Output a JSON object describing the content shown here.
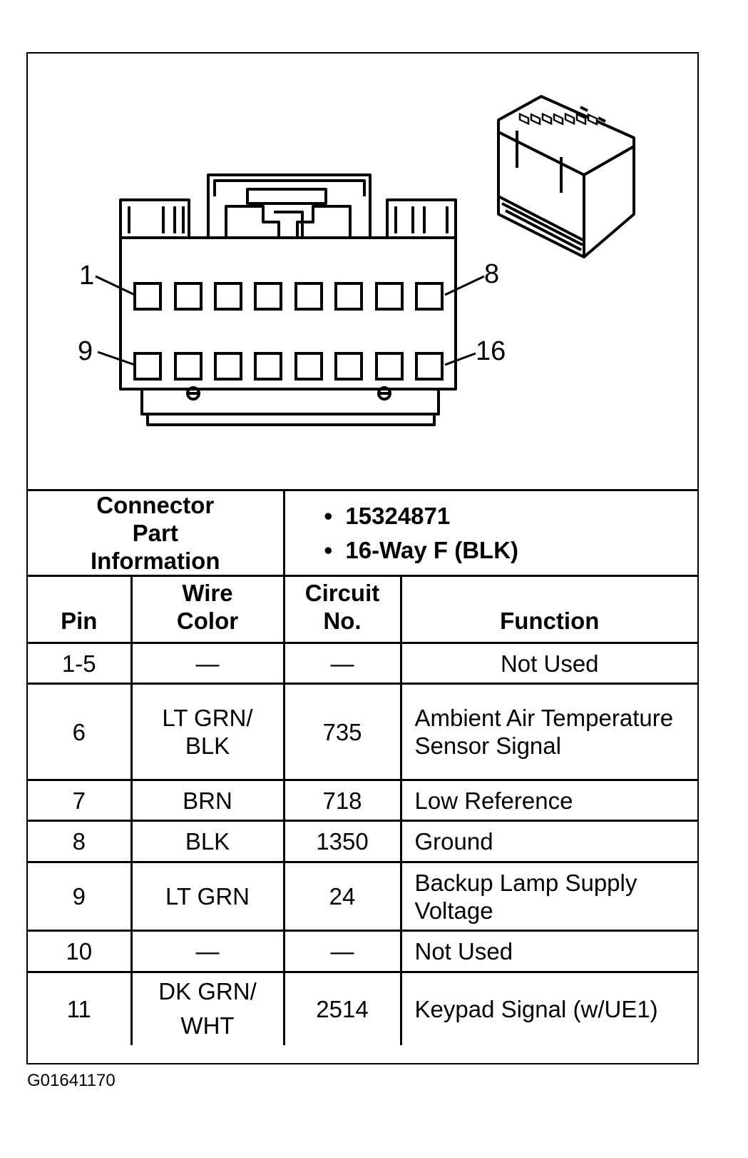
{
  "connector": {
    "pin_callouts": {
      "top_left": "1",
      "top_right": "8",
      "bottom_left": "9",
      "bottom_right": "16"
    },
    "cavity_rows": 2,
    "cavities_per_row": 8
  },
  "part_info": {
    "label": "Connector Part Information",
    "items": [
      "15324871",
      "16-Way F (BLK)"
    ]
  },
  "table": {
    "headers": {
      "pin": "Pin",
      "wire_color_line1": "Wire",
      "wire_color_line2": "Color",
      "circuit_line1": "Circuit",
      "circuit_line2": "No.",
      "function": "Function"
    },
    "rows": [
      {
        "pin": "1-5",
        "wire_color": "—",
        "circuit": "—",
        "function": "Not Used"
      },
      {
        "pin": "6",
        "wire_color": "LT GRN/ BLK",
        "circuit": "735",
        "function": "Ambient Air Temperature Sensor Signal"
      },
      {
        "pin": "7",
        "wire_color": "BRN",
        "circuit": "718",
        "function": "Low Reference"
      },
      {
        "pin": "8",
        "wire_color": "BLK",
        "circuit": "1350",
        "function": "Ground"
      },
      {
        "pin": "9",
        "wire_color": "LT GRN",
        "circuit": "24",
        "function": "Backup Lamp Supply Voltage"
      },
      {
        "pin": "10",
        "wire_color": "—",
        "circuit": "—",
        "function": "Not Used"
      },
      {
        "pin": "11",
        "wire_color": "DK GRN/ WHT",
        "circuit": "2514",
        "function": "Keypad Signal (w/UE1)"
      }
    ]
  },
  "figure_id": "G01641170"
}
